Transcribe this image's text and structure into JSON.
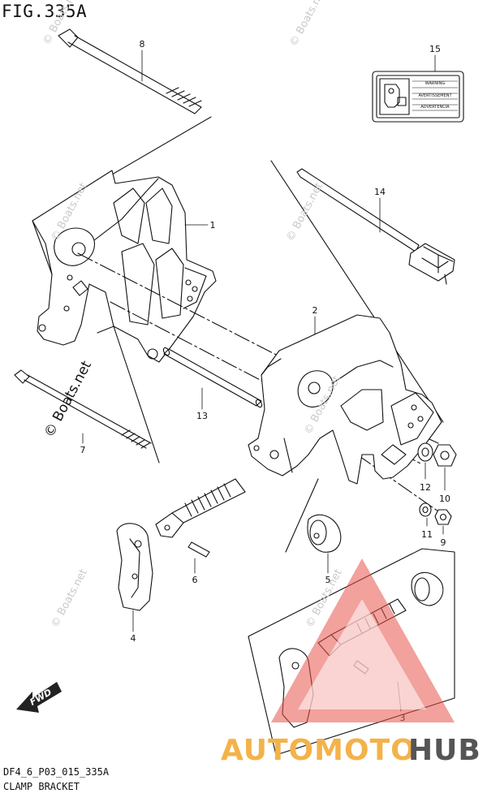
{
  "figure": {
    "title": "FIG.335A",
    "code": "DF4_6_P03_015_335A",
    "name": "CLAMP BRACKET"
  },
  "callouts": [
    "1",
    "2",
    "3",
    "4",
    "5",
    "6",
    "7",
    "8",
    "9",
    "10",
    "11",
    "12",
    "13",
    "14",
    "15"
  ],
  "warning_label": {
    "lines": [
      "WARNING",
      "AVERTISSEMENT",
      "ADVERTENCIA"
    ]
  },
  "fwd_arrow": {
    "text": "FWD"
  },
  "watermarks": {
    "text": "© Boats.net",
    "prominent": "© Boats.net"
  },
  "logo": {
    "part1": "AUTOMOTO",
    "part2": "HUB",
    "color_primary": "#f3b24a",
    "color_secondary": "#555555",
    "triangle_color": "#e8534a"
  }
}
